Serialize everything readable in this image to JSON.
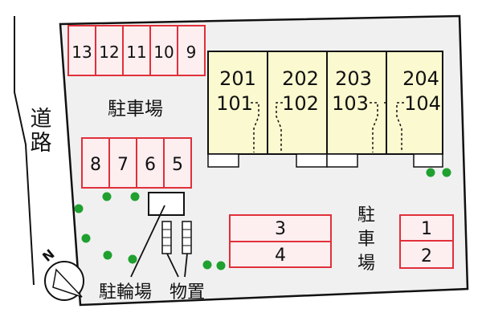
{
  "road": {
    "label_chars": [
      "道",
      "路"
    ]
  },
  "parking_main": {
    "label": "駐車場",
    "top_row": [
      "13",
      "12",
      "11",
      "10",
      "9"
    ],
    "bottom_row": [
      "8",
      "7",
      "6",
      "5"
    ]
  },
  "parking_center": {
    "spaces": [
      "3",
      "4"
    ]
  },
  "parking_right": {
    "label_chars": [
      "駐",
      "車",
      "場"
    ],
    "spaces": [
      "1",
      "2"
    ]
  },
  "building": {
    "units": [
      {
        "upper": "201",
        "lower": "101"
      },
      {
        "upper": "202",
        "lower": "102"
      },
      {
        "upper": "203",
        "lower": "103"
      },
      {
        "upper": "204",
        "lower": "104"
      }
    ]
  },
  "bike_parking": {
    "label": "駐輪場"
  },
  "storage": {
    "label": "物置"
  },
  "compass": {
    "label": "N"
  },
  "colors": {
    "lot": "#f0f0f0",
    "parking_border": "#e0303a",
    "parking_fill": "#fdeef0",
    "building": "#fbf9cf",
    "tree": "#1fa02f"
  }
}
